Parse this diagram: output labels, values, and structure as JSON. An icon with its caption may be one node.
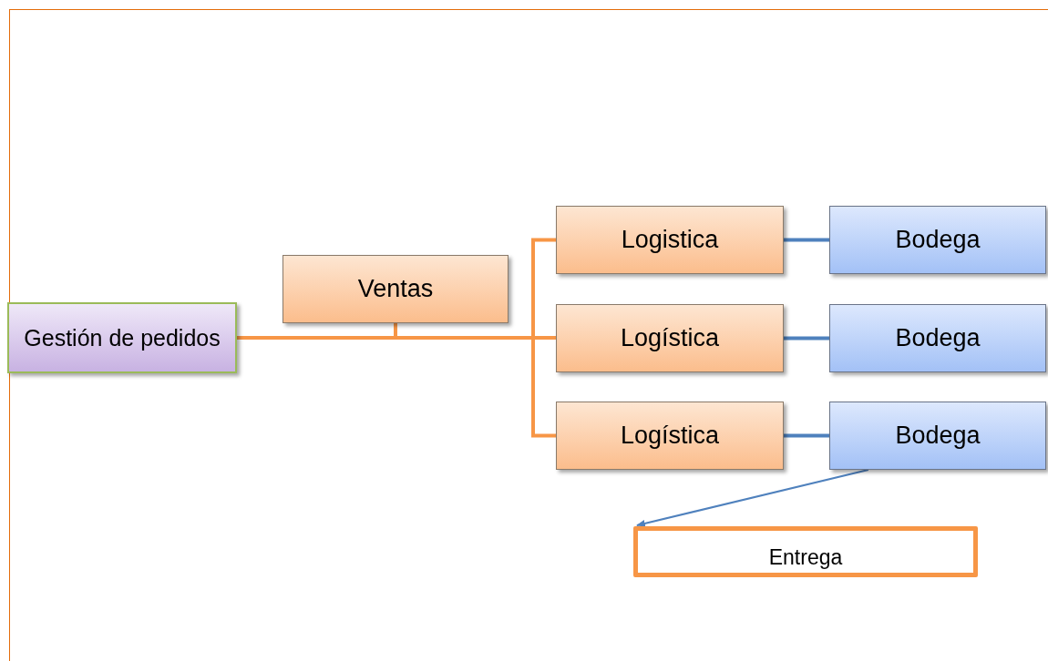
{
  "diagram": {
    "nodes": [
      {
        "text": [
          "Gestión de pedidos"
        ]
      },
      {
        "text": [
          "Ventas"
        ]
      },
      {
        "text": [
          "Logistica"
        ]
      },
      {
        "text": [
          "Logística"
        ]
      },
      {
        "text": [
          "Logística"
        ]
      },
      {
        "text": [
          "Bodega"
        ]
      },
      {
        "text": [
          "Bodega"
        ]
      },
      {
        "text": [
          "Bodega"
        ]
      },
      {
        "text": [
          "Entrega"
        ]
      }
    ],
    "edges": [
      {
        "from": 0,
        "to": 1,
        "arrow": "none"
      },
      {
        "from": 0,
        "to": 2,
        "arrow": "none"
      },
      {
        "from": 0,
        "to": 3,
        "arrow": "none"
      },
      {
        "from": 0,
        "to": 4,
        "arrow": "none"
      },
      {
        "from": 2,
        "to": 5,
        "arrow": "none",
        "color": "#4f81bd"
      },
      {
        "from": 3,
        "to": 6,
        "arrow": "none",
        "color": "#4f81bd"
      },
      {
        "from": 4,
        "to": 7,
        "arrow": "none",
        "color": "#4f81bd"
      },
      {
        "from": 7,
        "to": 8,
        "arrow": "to",
        "color": "#4f81bd"
      }
    ]
  }
}
